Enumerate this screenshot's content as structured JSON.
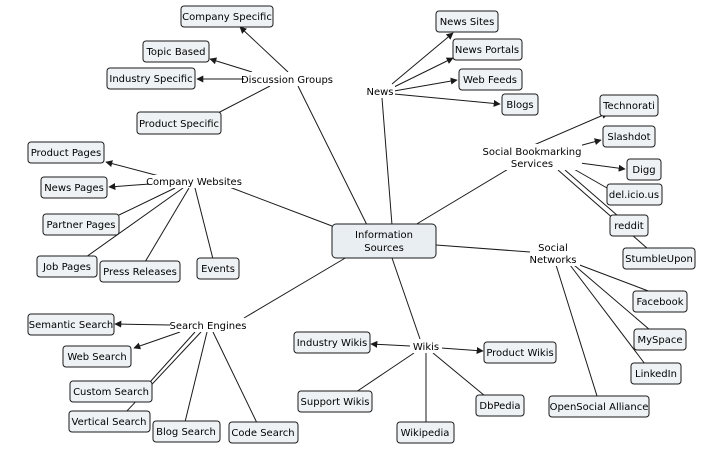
{
  "center": [
    "Information",
    "Sources"
  ],
  "hubs": {
    "discussion_groups": "Discussion Groups",
    "news": "News",
    "social_bookmarking": [
      "Social Bookmarking",
      "Services"
    ],
    "company_websites": "Company Websites",
    "social_networks": [
      "Social",
      "Networks"
    ],
    "search_engines": "Search Engines",
    "wikis": "Wikis"
  },
  "leaves": {
    "company_specific": "Company Specific",
    "topic_based": "Topic Based",
    "industry_specific": "Industry Specific",
    "product_specific": "Product Specific",
    "news_sites": "News Sites",
    "news_portals": "News Portals",
    "web_feeds": "Web Feeds",
    "blogs": "Blogs",
    "technorati": "Technorati",
    "slashdot": "Slashdot",
    "digg": "Digg",
    "delicious": "del.icio.us",
    "reddit": "reddit",
    "stumbleupon": "StumbleUpon",
    "product_pages": "Product Pages",
    "news_pages": "News Pages",
    "partner_pages": "Partner Pages",
    "job_pages": "Job Pages",
    "press_releases": "Press Releases",
    "events": "Events",
    "facebook": "Facebook",
    "myspace": "MySpace",
    "linkedin": "LinkedIn",
    "opensocial_alliance": "OpenSocial Alliance",
    "semantic_search": "Semantic Search",
    "web_search": "Web Search",
    "custom_search": "Custom Search",
    "vertical_search": "Vertical Search",
    "blog_search": "Blog Search",
    "code_search": "Code Search",
    "industry_wikis": "Industry Wikis",
    "product_wikis": "Product Wikis",
    "support_wikis": "Support Wikis",
    "dbpedia": "DbPedia",
    "wikipedia": "Wikipedia"
  }
}
